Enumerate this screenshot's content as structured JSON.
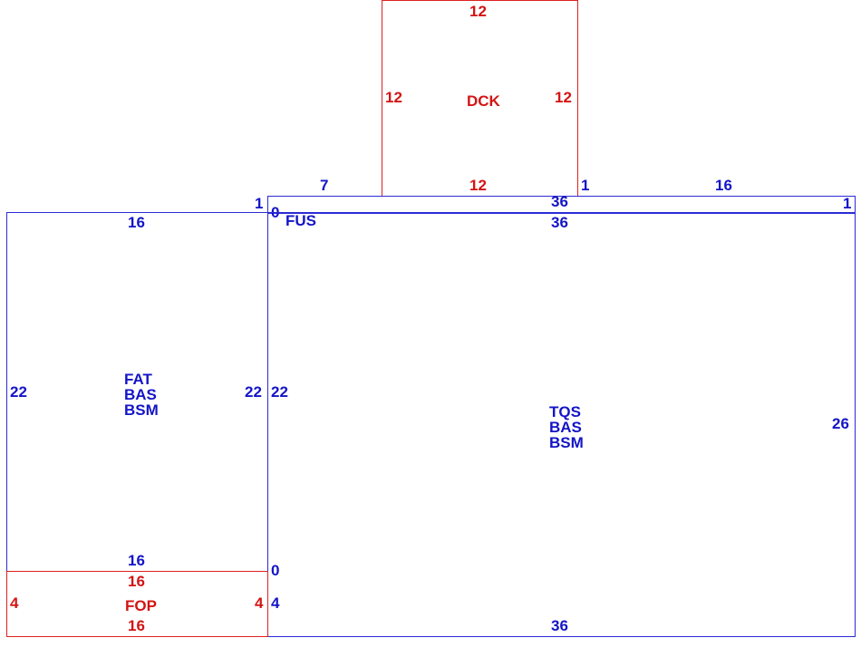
{
  "rooms": {
    "dck": {
      "name": "DCK",
      "top": "12",
      "left": "12",
      "right": "12",
      "bottom": "12"
    },
    "fus": {
      "name": "FUS",
      "left_top": "0",
      "top_left": "7",
      "top_center": "36",
      "top_right_a": "1",
      "top_right_b": "16",
      "right": "1"
    },
    "fat": {
      "names": [
        "FAT",
        "BAS",
        "BSM"
      ],
      "top": "16",
      "left": "22",
      "right": "22",
      "bottom": "16",
      "corner": "1"
    },
    "tqs": {
      "names": [
        "TQS",
        "BAS",
        "BSM"
      ],
      "top": "36",
      "left": "22",
      "right": "26",
      "bottom": "36",
      "left_lower_zero": "0",
      "left_lower": "4"
    },
    "fop": {
      "name": "FOP",
      "top": "16",
      "bottom": "16",
      "left": "4",
      "right": "4"
    }
  }
}
